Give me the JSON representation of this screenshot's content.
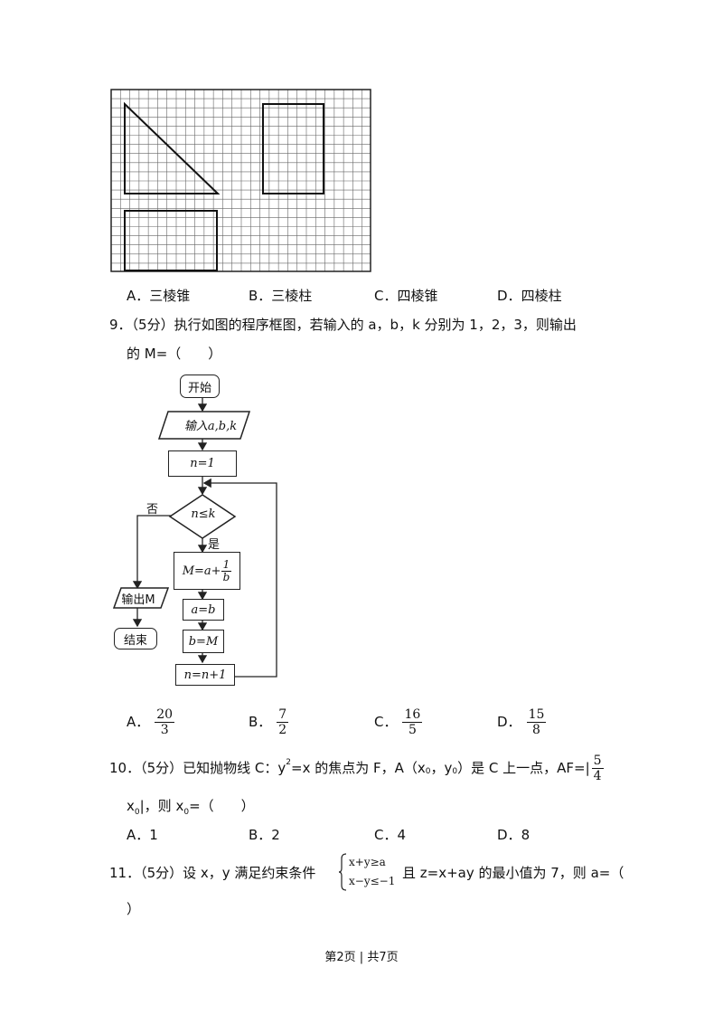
{
  "q8": {
    "options": [
      {
        "letter": "A．",
        "text": "三棱锥"
      },
      {
        "letter": "B．",
        "text": "三棱柱"
      },
      {
        "letter": "C．",
        "text": "四棱锥"
      },
      {
        "letter": "D．",
        "text": "四棱柱"
      }
    ]
  },
  "q9": {
    "line1": "9．（5分）执行如图的程序框图，若输入的 a，b，k 分别为 1，2，3，则输出",
    "line2": "的 M=（　　）",
    "flow": {
      "start": "开始",
      "input": "输入a,b,k",
      "init": "n=1",
      "cond": "n≤k",
      "yes": "是",
      "no": "否",
      "assign_m_prefix": "M=a+",
      "assign_m_num": "1",
      "assign_m_den": "b",
      "assign_a": "a=b",
      "assign_b": "b=M",
      "increment": "n=n+1",
      "output": "输出M",
      "end": "结束"
    },
    "options": [
      {
        "letter": "A．",
        "num": "20",
        "den": "3"
      },
      {
        "letter": "B．",
        "num": "7",
        "den": "2"
      },
      {
        "letter": "C．",
        "num": "16",
        "den": "5"
      },
      {
        "letter": "D．",
        "num": "15",
        "den": "8"
      }
    ]
  },
  "q10": {
    "prefix": "10．（5分）已知抛物线 C：y",
    "sup": "2",
    "mid1": "=x 的焦点为 F，A（x",
    "sub0": "0",
    "mid2": "，y",
    "mid3": "）是 C 上一点，AF=|",
    "frac_num": "5",
    "frac_den": "4",
    "line2_a": "x",
    "line2_b": "|，则 x",
    "line2_c": "=（　　）",
    "options": [
      {
        "letter": "A．",
        "text": "1"
      },
      {
        "letter": "B．",
        "text": "2"
      },
      {
        "letter": "C．",
        "text": "4"
      },
      {
        "letter": "D．",
        "text": "8"
      }
    ]
  },
  "q11": {
    "prefix": "11．（5分）设 x，y 满足约束条件",
    "cond1": "x+y≥a",
    "cond2": "x−y≤−1",
    "suffix": "且 z=x+ay 的最小值为 7，则 a=（",
    "line2": "）"
  },
  "footer": "第2页 | 共7页"
}
